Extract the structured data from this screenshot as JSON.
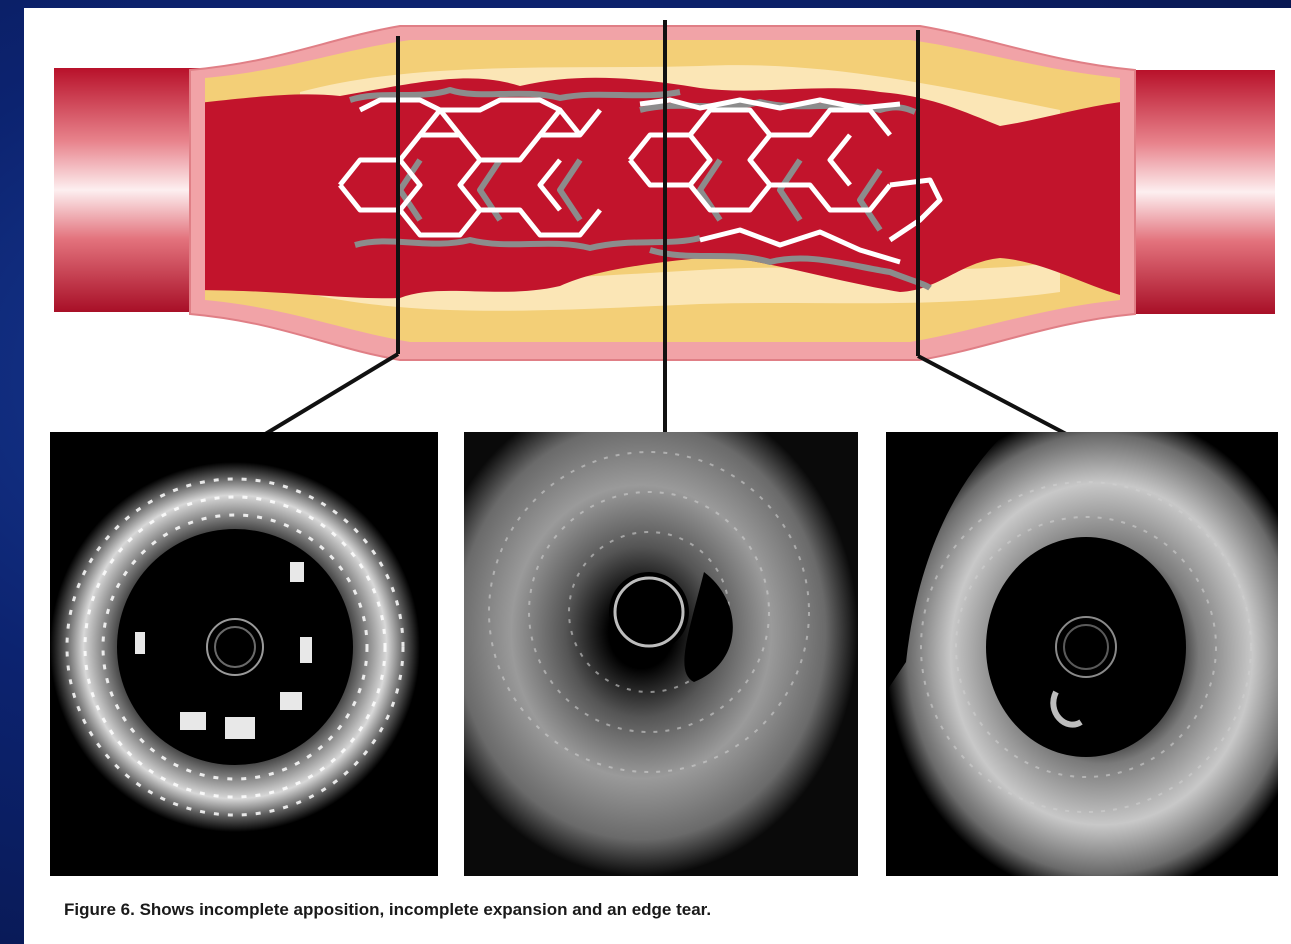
{
  "figure": {
    "caption": "Figure 6. Shows incomplete apposition, incomplete expansion and an edge tear."
  },
  "panels": [
    {
      "id": "left",
      "finding": "incomplete apposition"
    },
    {
      "id": "middle",
      "finding": "incomplete expansion"
    },
    {
      "id": "right",
      "finding": "edge tear"
    }
  ],
  "colors": {
    "slide_background": "#0c2370",
    "vessel_red": "#c2142c",
    "plaque_yellow": "#f3cf77",
    "vessel_wall_pink": "#f1a3a7",
    "stent_strut": "#ffffff"
  }
}
